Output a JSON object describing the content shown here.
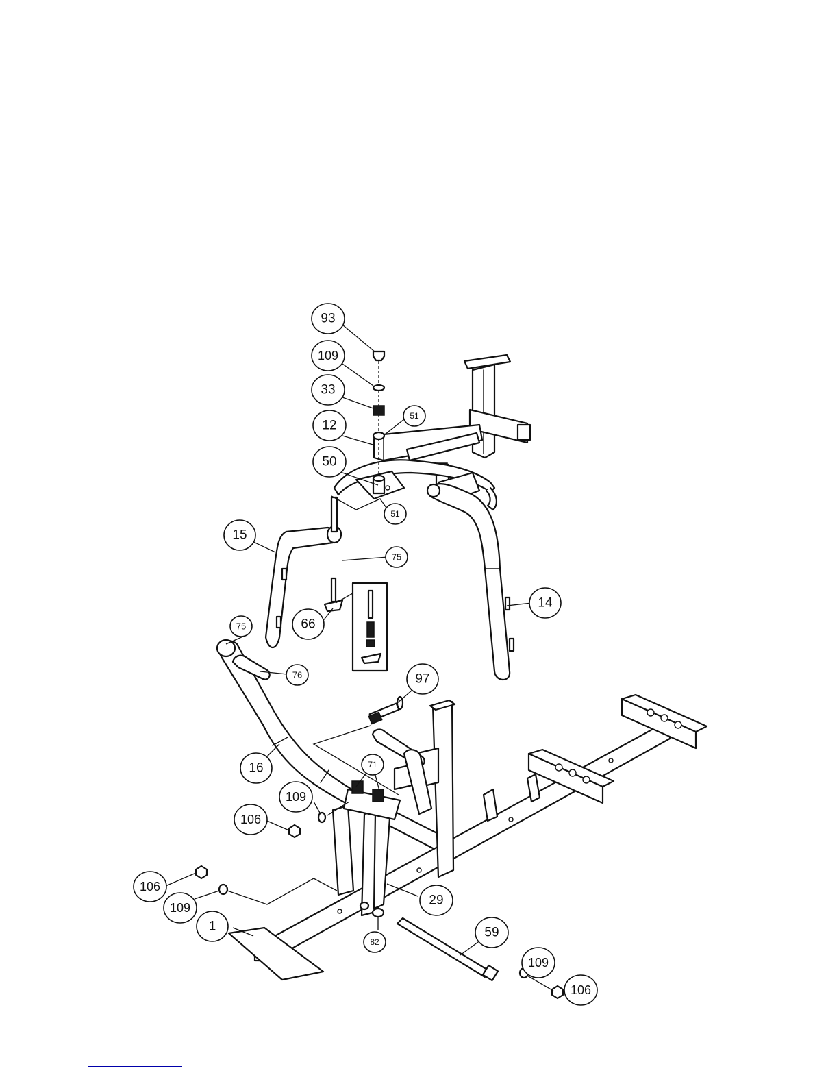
{
  "callouts": [
    {
      "id": "c93",
      "label": "93"
    },
    {
      "id": "c109a",
      "label": "109"
    },
    {
      "id": "c33",
      "label": "33"
    },
    {
      "id": "c51a",
      "label": "51"
    },
    {
      "id": "c12",
      "label": "12"
    },
    {
      "id": "c50",
      "label": "50"
    },
    {
      "id": "c51b",
      "label": "51"
    },
    {
      "id": "c15",
      "label": "15"
    },
    {
      "id": "c75a",
      "label": "75"
    },
    {
      "id": "c14",
      "label": "14"
    },
    {
      "id": "c66",
      "label": "66"
    },
    {
      "id": "c75b",
      "label": "75"
    },
    {
      "id": "c76",
      "label": "76"
    },
    {
      "id": "c97",
      "label": "97"
    },
    {
      "id": "c71",
      "label": "71"
    },
    {
      "id": "c16",
      "label": "16"
    },
    {
      "id": "c109b",
      "label": "109"
    },
    {
      "id": "c106a",
      "label": "106"
    },
    {
      "id": "c106b",
      "label": "106"
    },
    {
      "id": "c109c",
      "label": "109"
    },
    {
      "id": "c29",
      "label": "29"
    },
    {
      "id": "c1",
      "label": "1"
    },
    {
      "id": "c82",
      "label": "82"
    },
    {
      "id": "c59",
      "label": "59"
    },
    {
      "id": "c109d",
      "label": "109"
    },
    {
      "id": "c106c",
      "label": "106"
    }
  ]
}
